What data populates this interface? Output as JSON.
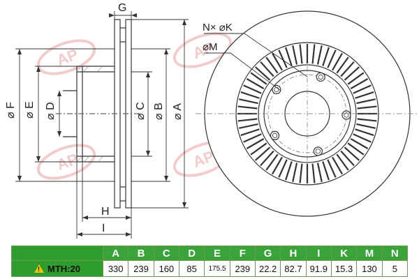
{
  "labels": {
    "phi": "⌀",
    "dims": [
      "A",
      "B",
      "C",
      "D",
      "E",
      "F",
      "G",
      "H",
      "I"
    ],
    "nxk": "N× ⌀K",
    "m": "⌀M"
  },
  "watermark": "AP",
  "brand": "MTH:20",
  "table": {
    "headers": [
      "A",
      "B",
      "C",
      "D",
      "E",
      "F",
      "G",
      "H",
      "I",
      "K",
      "M",
      "N"
    ],
    "values": [
      "330",
      "239",
      "160",
      "85",
      "175.5",
      "239",
      "22.2",
      "82.7",
      "91.9",
      "15.3",
      "130",
      "5"
    ]
  },
  "colors": {
    "header_green": "#3aa33a",
    "watermark_red": "#e8a0a0",
    "line": "#333333"
  },
  "icons": [
    "warning-icon"
  ]
}
